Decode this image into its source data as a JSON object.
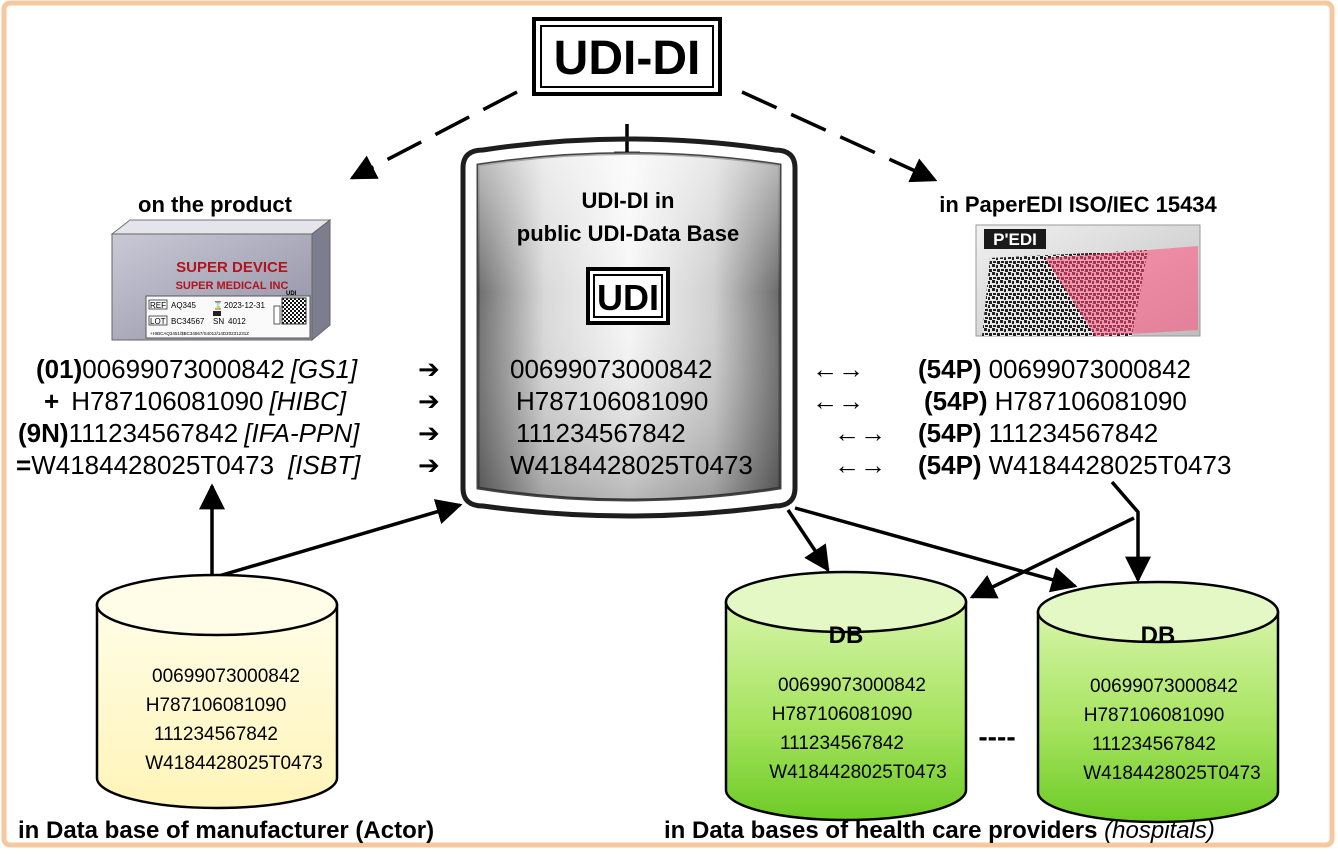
{
  "title": "UDI-DI",
  "center": {
    "heading_line1": "UDI-DI in",
    "heading_line2": "public UDI-Data Base",
    "logo": "UDI",
    "codes": [
      "00699073000842",
      "H787106081090",
      "111234567842",
      "W4184428025T0473"
    ]
  },
  "left": {
    "heading": "on the product",
    "label": {
      "line1": "SUPER DEVICE",
      "line2": "SUPER MEDICAL INC",
      "ref_tag": "REF",
      "ref_value": "AQ345",
      "date": "2023-12-31",
      "lot_tag": "LOT",
      "lot_value": "BC34567",
      "sn_tag": "SN",
      "sn_value": "4012",
      "udi_tag": "UDI",
      "hibc": "+HIBCAQ3451/$BC34567/S4012/14D20231231Z"
    },
    "rows": [
      {
        "prefix": "(01)",
        "code": "00699073000842",
        "tag": "[GS1]"
      },
      {
        "prefix": "+",
        "code": "H787106081090",
        "tag": "[HIBC]"
      },
      {
        "prefix": "(9N)",
        "code": "111234567842",
        "tag": "[IFA-PPN]"
      },
      {
        "prefix": "=",
        "code": "W4184428025T0473",
        "tag": "[ISBT]"
      }
    ]
  },
  "right": {
    "heading": "in PaperEDI ISO/IEC 15434",
    "pedi_label": "P'EDI",
    "rows": [
      {
        "prefix": "(54P)",
        "code": "00699073000842"
      },
      {
        "prefix": "(54P)",
        "code": "H787106081090"
      },
      {
        "prefix": "(54P)",
        "code": "111234567842"
      },
      {
        "prefix": "(54P)",
        "code": "W4184428025T0473"
      }
    ]
  },
  "arrow_right": "➔",
  "arrow_both": "←→",
  "manufacturer_db": {
    "codes": [
      "00699073000842",
      "H787106081090",
      "111234567842",
      "W4184428025T0473"
    ],
    "caption": "in Data base of manufacturer (Actor)"
  },
  "provider_db": {
    "title": "DB",
    "codes": [
      "00699073000842",
      "H787106081090",
      "111234567842",
      "W4184428025T0473"
    ],
    "ellipsis": "----",
    "caption_main": "in Data bases of health care providers ",
    "caption_note": "(hospitals)"
  },
  "colors": {
    "frame": "#f5c9a0",
    "manufacturer_db": "#fffbd6",
    "provider_db_light": "#c9f09a",
    "provider_db_dark": "#6fcf2a",
    "server_light": "#f5f5f5",
    "server_dark": "#7a7a7a",
    "label_red": "#b0141e",
    "laser": "#ff4f7a"
  }
}
